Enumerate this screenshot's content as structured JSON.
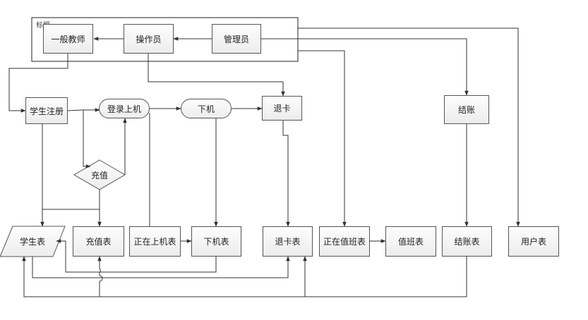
{
  "group": {
    "label": "标题"
  },
  "nodes": {
    "general_teacher": "一般教师",
    "operator": "操作员",
    "admin": "管理员",
    "student_register": "学生注册",
    "login": "登录上机",
    "logout": "下机",
    "refund": "退卡",
    "checkout": "结账",
    "recharge": "充值",
    "student_table": "学生表",
    "recharge_table": "充值表",
    "online_table": "正在上机表",
    "logout_table": "下机表",
    "refund_table": "退卡表",
    "on_duty_table": "正在值班表",
    "duty_table": "值班表",
    "checkout_table": "结账表",
    "user_table": "用户表"
  }
}
